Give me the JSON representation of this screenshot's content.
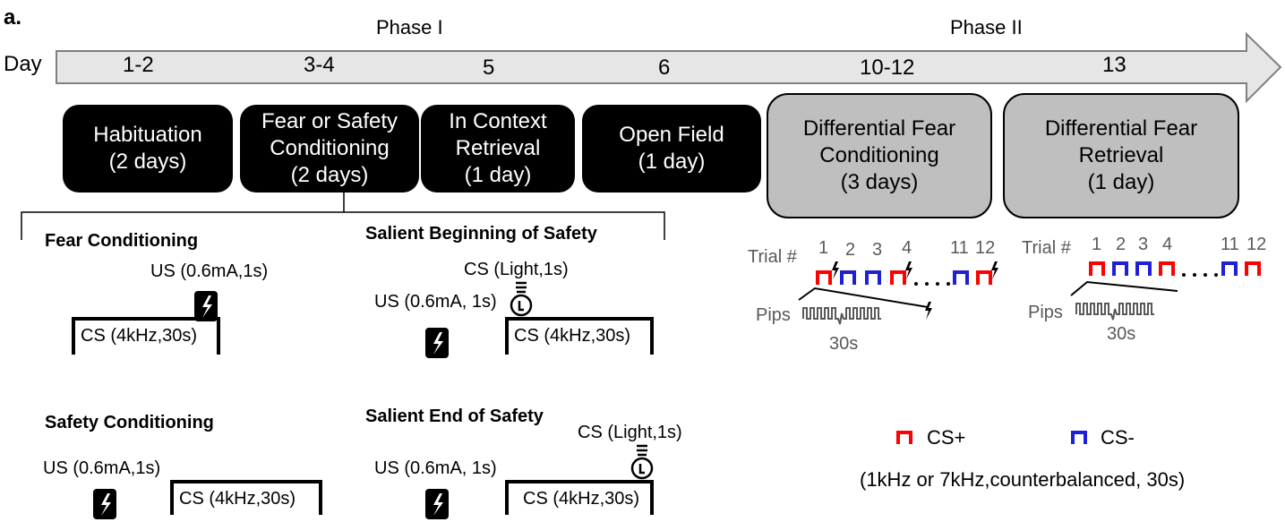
{
  "panel_label": "a.",
  "timeline": {
    "day_label": "Day",
    "phases": [
      "Phase I",
      "Phase II"
    ],
    "days": [
      "1-2",
      "3-4",
      "5",
      "6",
      "10-12",
      "13"
    ]
  },
  "stages": [
    {
      "line1": "Habituation",
      "line2": "(2 days)"
    },
    {
      "line1": "Fear or Safety",
      "line2": "Conditioning",
      "line3": "(2 days)"
    },
    {
      "line1": "In Context",
      "line2": "Retrieval",
      "line3": "(1 day)"
    },
    {
      "line1": "Open Field",
      "line2": "(1 day)"
    },
    {
      "line1": "Differential Fear",
      "line2": "Conditioning",
      "line3": "(3 days)"
    },
    {
      "line1": "Differential Fear",
      "line2": "Retrieval",
      "line3": "(1 day)"
    }
  ],
  "protocols": {
    "fear": {
      "title": "Fear Conditioning",
      "us": "US (0.6mA,1s)",
      "cs": "CS (4kHz,30s)"
    },
    "safety": {
      "title": "Safety Conditioning",
      "us": "US (0.6mA,1s)",
      "cs": "CS (4kHz,30s)"
    },
    "salient_beginning": {
      "title": "Salient Beginning of Safety",
      "light": "CS (Light,1s)",
      "us": "US (0.6mA, 1s)",
      "cs": "CS (4kHz,30s)"
    },
    "salient_end": {
      "title": "Salient End of Safety",
      "light": "CS (Light,1s)",
      "us": "US (0.6mA, 1s)",
      "cs": "CS (4kHz,30s)"
    }
  },
  "differential": {
    "trial_label": "Trial #",
    "trial_numbers": [
      "1",
      "2",
      "3",
      "4",
      "11",
      "12"
    ],
    "pips_label": "Pips",
    "duration": "30s",
    "legend_plus": "CS+",
    "legend_minus": "CS-",
    "legend_note": "(1kHz or 7kHz,counterbalanced, 30s)"
  },
  "colors": {
    "cs_plus": "#ff0000",
    "cs_minus": "#1f1fd6",
    "box_dark": "#000000",
    "box_light": "#bfbfbf",
    "arrow_fill": "#e6e6e6"
  },
  "icons": [
    "shock-icon",
    "light-bulb-icon",
    "lightning-bolt-icon"
  ]
}
